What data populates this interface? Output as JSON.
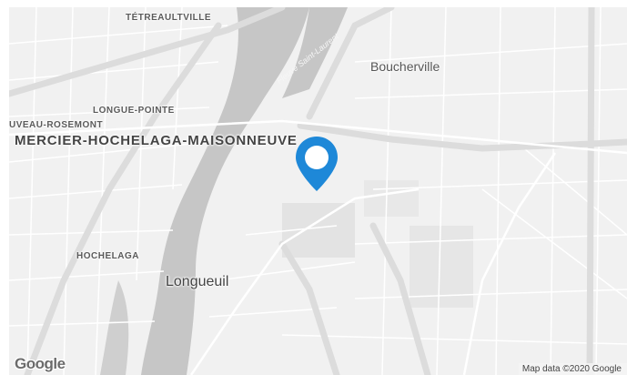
{
  "map": {
    "labels": {
      "tetreaultville": "TÉTREAULTVILLE",
      "boucherville": "Boucherville",
      "longue_pointe": "LONGUE-POINTE",
      "rosemont": "UVEAU-ROSEMONT",
      "mercier": "MERCIER-HOCHELAGA-MAISONNEUVE",
      "hochelaga": "HOCHELAGA",
      "longueuil": "Longueuil",
      "river": "Fleuve Saint-Laurent"
    },
    "marker": {
      "icon": "map-pin-icon",
      "color": "#1e88d8"
    },
    "logo": "Google",
    "attribution": "Map data ©2020 Google"
  },
  "colors": {
    "land": "#f1f1f1",
    "water": "#c6c6c6",
    "road": "#ffffff",
    "highway": "#dcdcdc"
  }
}
